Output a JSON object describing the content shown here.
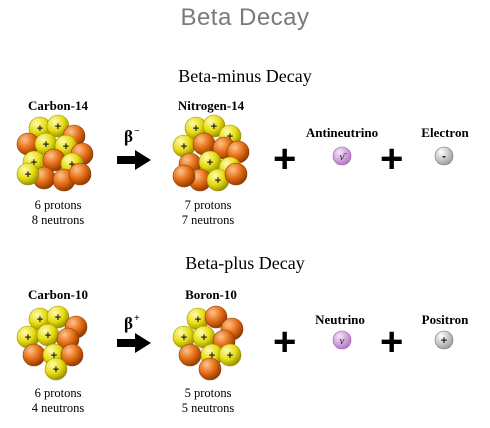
{
  "title": "Beta Decay",
  "minus": {
    "heading": "Beta-minus Decay",
    "parent": {
      "label": "Carbon-14",
      "protons": "6 protons",
      "neutrons": "8 neutrons"
    },
    "symbol": "β",
    "sign": "−",
    "daughter": {
      "label": "Nitrogen-14",
      "protons": "7 protons",
      "neutrons": "7 neutrons"
    },
    "particle1": {
      "label": "Antineutrino",
      "glyph": "ν̄",
      "color": "#cc88d8"
    },
    "particle2": {
      "label": "Electron",
      "glyph": "-",
      "color": "#bdbdbd"
    }
  },
  "plus": {
    "heading": "Beta-plus Decay",
    "parent": {
      "label": "Carbon-10",
      "protons": "6 protons",
      "neutrons": "4 neutrons"
    },
    "symbol": "β",
    "sign": "+",
    "daughter": {
      "label": "Boron-10",
      "protons": "5 protons",
      "neutrons": "5 neutrons"
    },
    "particle1": {
      "label": "Neutrino",
      "glyph": "ν",
      "color": "#cc88d8"
    },
    "particle2": {
      "label": "Positron",
      "glyph": "+",
      "color": "#bdbdbd"
    }
  },
  "colors": {
    "proton": "#e6dc10",
    "neutron": "#e26a12"
  },
  "icons": {
    "operator": "plus-icon",
    "reaction": "arrow-right-icon"
  }
}
